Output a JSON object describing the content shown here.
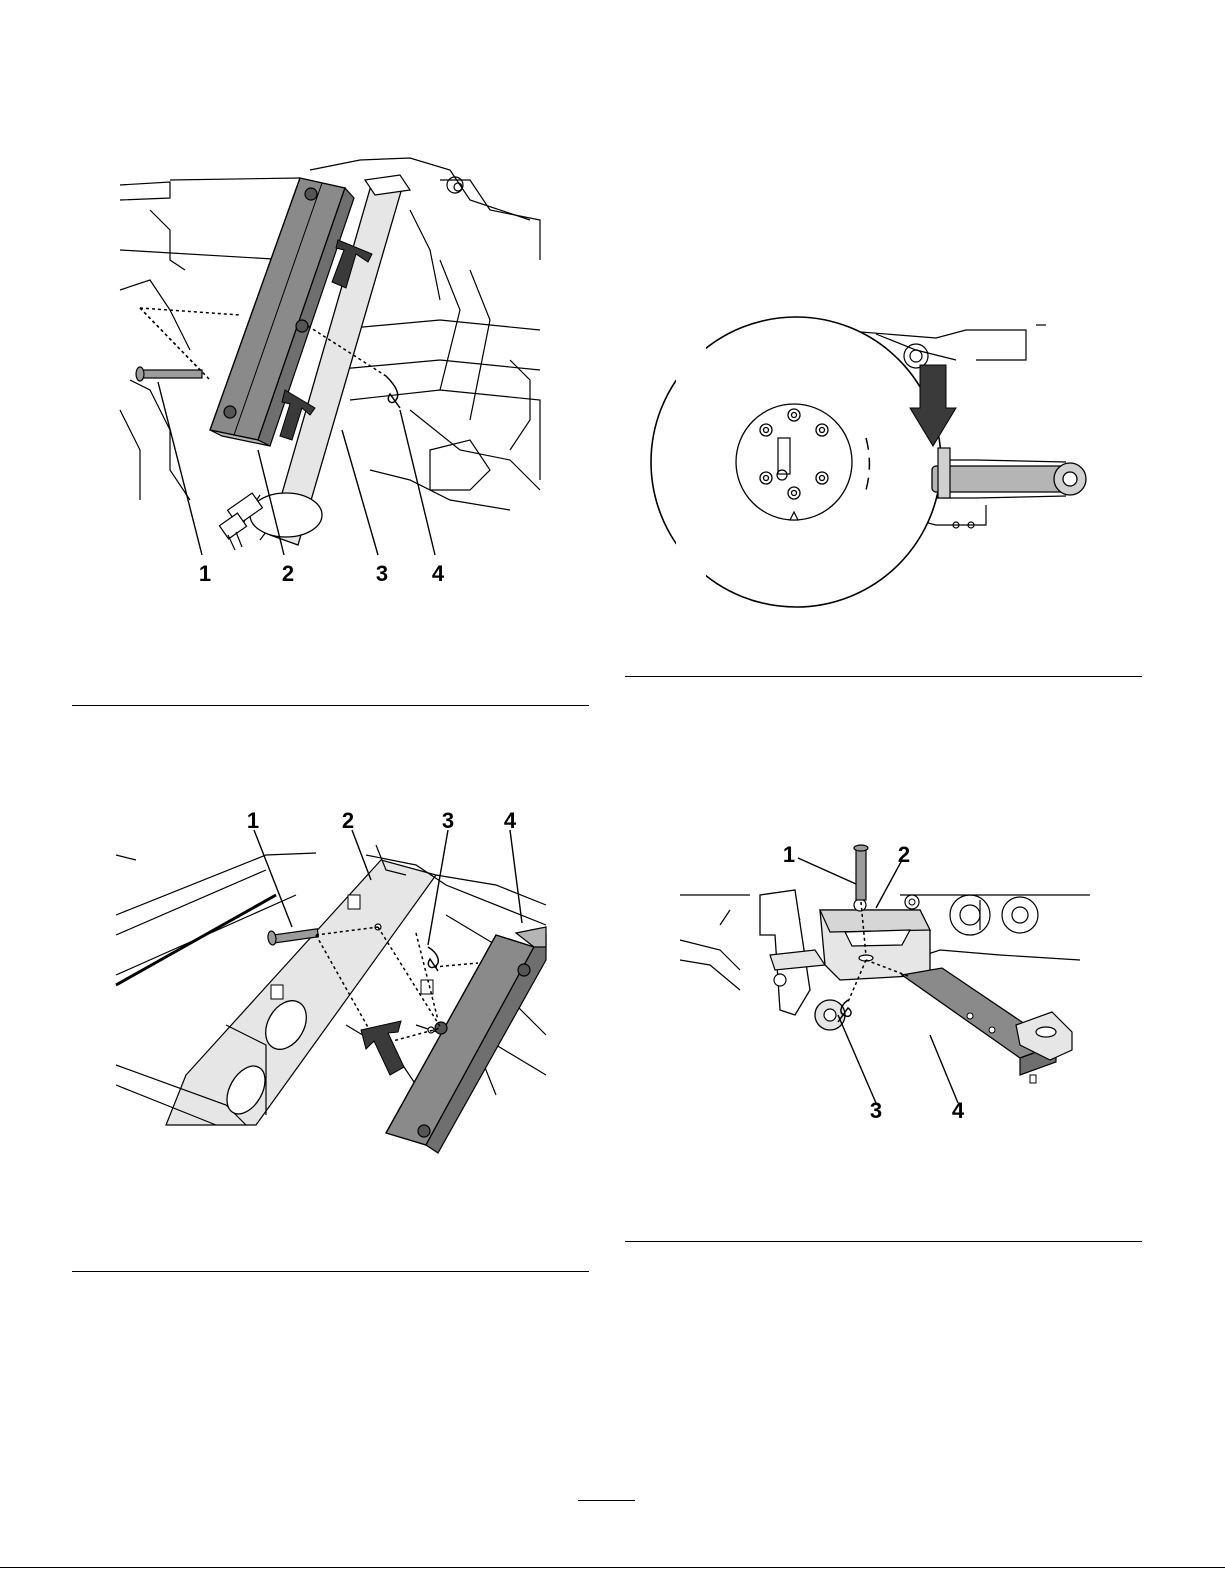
{
  "page": {
    "figures": [
      {
        "id": "figure-1",
        "callouts": [
          "1",
          "2",
          "3",
          "4"
        ]
      },
      {
        "id": "figure-2",
        "callouts": []
      },
      {
        "id": "figure-3",
        "callouts": [
          "1",
          "2",
          "3",
          "4"
        ]
      },
      {
        "id": "figure-4",
        "callouts": [
          "1",
          "2",
          "3",
          "4"
        ]
      }
    ]
  },
  "colors": {
    "ink": "#000000",
    "part_dark": "#8a8a8a",
    "part_light": "#e6e6e6",
    "background": "#ffffff"
  }
}
